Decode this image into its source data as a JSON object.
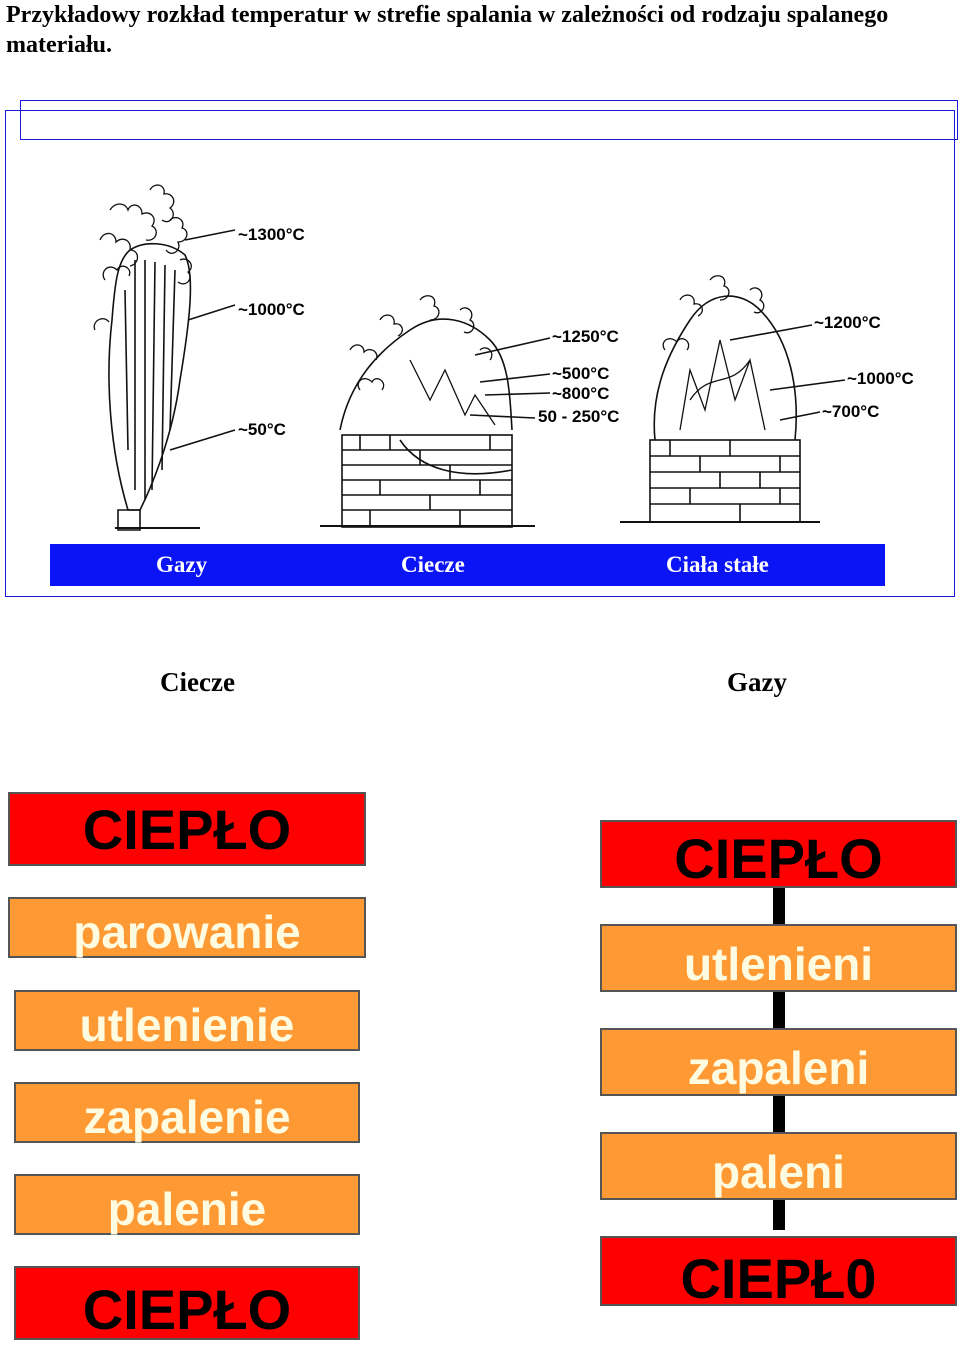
{
  "page": {
    "title": "Przykładowy rozkład temperatur w strefie spalania w zależności od rodzaju spalanego materiału."
  },
  "figure": {
    "temperatures": {
      "gas": [
        "~1300°C",
        "~1000°C",
        "~50°C"
      ],
      "liquid": [
        "~1250°C",
        "~500°C",
        "~800°C",
        "50 - 250°C"
      ],
      "solid": [
        "~1200°C",
        "~1000°C",
        "~700°C"
      ]
    },
    "categories": [
      "Gazy",
      "Ciecze",
      "Ciała stałe"
    ],
    "colors": {
      "frame": "#1b1bd6",
      "category_bar": "#0a14f5"
    }
  },
  "columns": {
    "left_heading": "Ciecze",
    "right_heading": "Gazy"
  },
  "liquids_chain": [
    "CIEPŁO",
    "parowanie",
    "utlenienie",
    "zapalenie",
    "palenie",
    "CIEPŁO"
  ],
  "gases_chain": [
    "CIEPŁO",
    "utlenieni",
    "zapaleni",
    "paleni",
    "CIEPŁ0"
  ],
  "colors": {
    "heat": "#ff0000",
    "stage": "#ff9933"
  }
}
